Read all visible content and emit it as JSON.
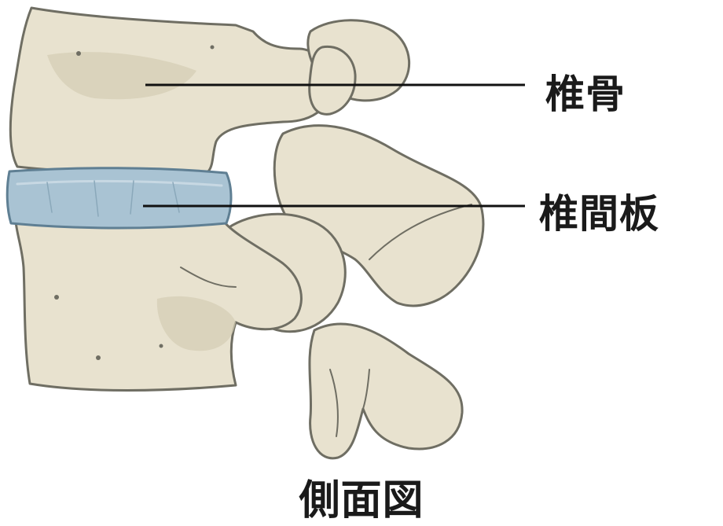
{
  "labels": {
    "vertebra": "椎骨",
    "intervertebral_disc": "椎間板"
  },
  "caption": "側面図",
  "colors": {
    "bone_fill": "#e8e2cf",
    "bone_shadow": "#d4cdb4",
    "bone_outline": "#6f6e63",
    "disc_fill": "#a9c3d3",
    "disc_outline": "#5f7f93",
    "leader_line": "#111111",
    "text": "#1a1a1a"
  }
}
